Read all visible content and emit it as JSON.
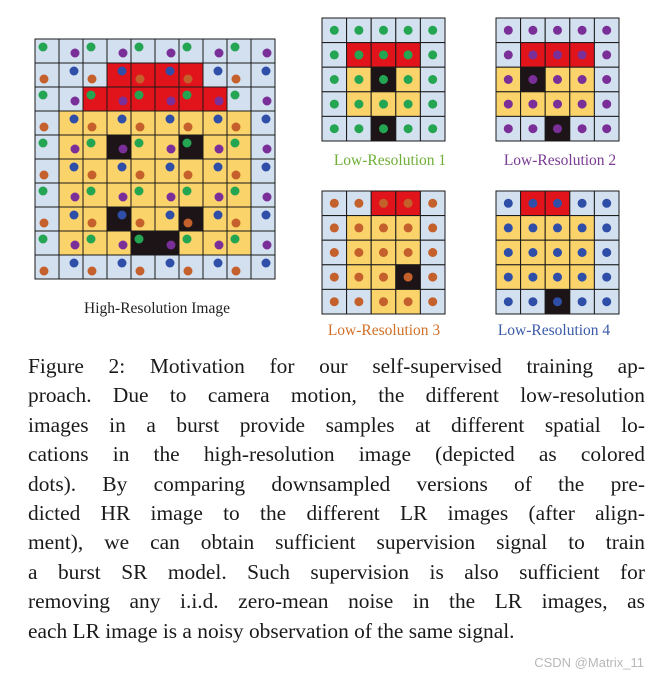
{
  "colors": {
    "blue_bg": "#d3e0ef",
    "yellow": "#fbd36b",
    "red": "#e2141b",
    "black": "#1c1416",
    "dot_green": "#23a552",
    "dot_purple": "#7a2f98",
    "dot_orange": "#c4602b",
    "dot_blue": "#2e4ea8"
  },
  "hr_image": {
    "label": "High-Resolution Image",
    "rows": [
      "BBBBBBBBBB",
      "BBBRRRRBBB",
      "BBRRRRRRBB",
      "BYYYYYYYYB",
      "BYYKYYKYYB",
      "BYYYYYYYYB",
      "BYYYYYYYYB",
      "BYYKYYKYYB",
      "BYYYKKYYYB",
      "BBBBBBBBBB"
    ],
    "dot_pattern": [
      [
        "green",
        "purple"
      ],
      [
        "orange",
        "blue"
      ]
    ]
  },
  "lr_images": [
    {
      "label": "Low-Resolution 1",
      "color": "#6faf38",
      "dot": "green",
      "rows": [
        "BBBBB",
        "BRRRB",
        "BYKYB",
        "BYYYB",
        "BBKBB"
      ]
    },
    {
      "label": "Low-Resolution 2",
      "color": "#7a3b92",
      "dot": "purple",
      "rows": [
        "BBBBB",
        "BRRRB",
        "YKYYB",
        "YYYYB",
        "BBKBB"
      ]
    },
    {
      "label": "Low-Resolution 3",
      "color": "#d0702a",
      "dot": "orange",
      "rows": [
        "BBRRB",
        "BYYYB",
        "BYYYB",
        "BYYKB",
        "BBYYB"
      ]
    },
    {
      "label": "Low-Resolution 4",
      "color": "#3a5aa8",
      "dot": "blue",
      "rows": [
        "BRRBB",
        "YYYYB",
        "YYYYB",
        "YYYYB",
        "BBKBB"
      ]
    }
  ],
  "caption_lines": [
    "Figure 2:  Motivation for our self-supervised training ap-",
    "proach. Due to camera motion, the different low-resolution",
    "images in a burst provide samples at different spatial lo-",
    "cations in the high-resolution image (depicted as colored",
    "dots).  By comparing downsampled versions of the pre-",
    "dicted HR image to the different LR images (after align-",
    "ment), we can obtain sufficient supervision signal to train",
    "a burst SR model.  Such supervision is also sufficient for",
    "removing any i.i.d.  zero-mean noise in the LR images, as",
    "each LR image is a noisy observation of the same signal."
  ],
  "watermark": "CSDN @Matrix_11"
}
